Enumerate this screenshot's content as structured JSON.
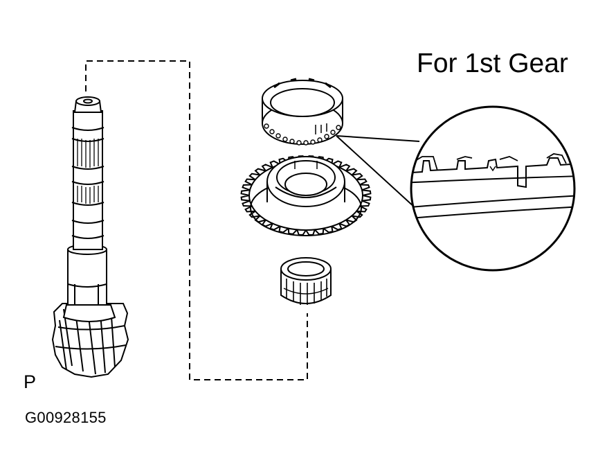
{
  "title": "For 1st Gear",
  "part_label": "P",
  "figure_code": "G00928155",
  "colors": {
    "line": "#000000",
    "background": "#ffffff"
  },
  "parts": [
    "shaft-with-pinion-gear",
    "synchronizer-ring",
    "first-gear",
    "needle-roller-bearing",
    "synchronizer-ring-detail"
  ]
}
